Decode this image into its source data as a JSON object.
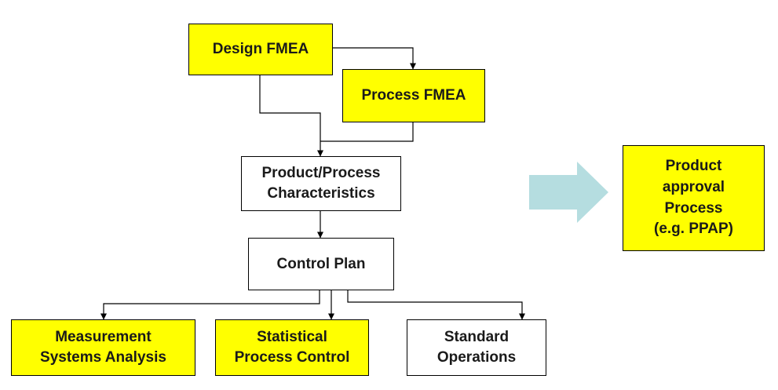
{
  "diagram": {
    "nodes": {
      "design_fmea": "Design FMEA",
      "process_fmea": "Process FMEA",
      "characteristics": "Product/Process\nCharacteristics",
      "control_plan": "Control Plan",
      "msa": "Measurement\nSystems Analysis",
      "spc": "Statistical\nProcess Control",
      "standard_operations": "Standard\nOperations",
      "ppap": "Product\napproval\nProcess\n(e.g. PPAP)"
    },
    "colors": {
      "highlight_fill": "#ffff00",
      "plain_fill": "#ffffff",
      "line": "#000000",
      "arrow": "#b5dde0"
    }
  }
}
